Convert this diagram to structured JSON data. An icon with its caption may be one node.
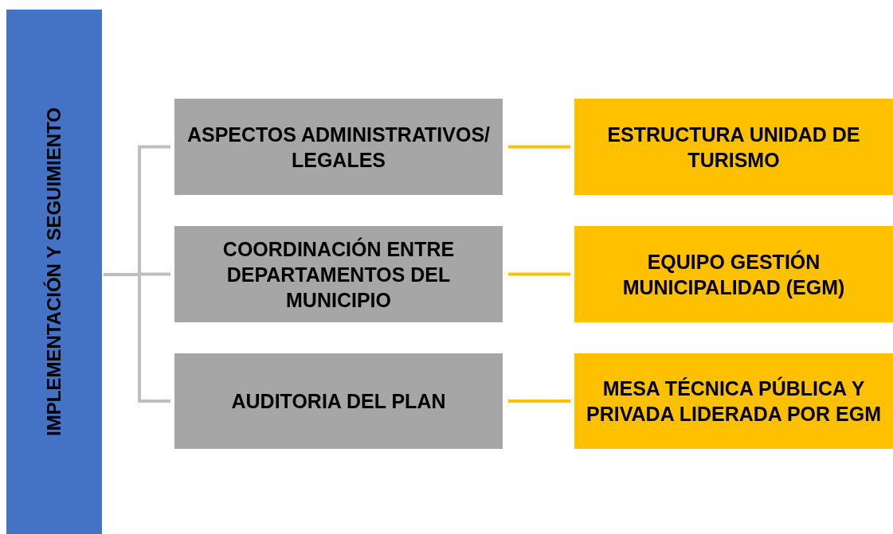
{
  "diagram": {
    "nodes": [
      {
        "text": [
          "IMPLEMENTACIÓN Y SEGUIMIENTO"
        ]
      },
      {
        "text": [
          "ASPECTOS ADMINISTRATIVOS/ LEGALES"
        ]
      },
      {
        "text": [
          "ESTRUCTURA UNIDAD DE TURISMO"
        ]
      },
      {
        "text": [
          "COORDINACIÓN ENTRE DEPARTAMENTOS DEL MUNICIPIO"
        ]
      },
      {
        "text": [
          "EQUIPO GESTIÓN MUNICIPALIDAD (EGM)"
        ]
      },
      {
        "text": [
          "AUDITORIA DEL PLAN"
        ]
      },
      {
        "text": [
          "MESA TÉCNICA PÚBLICA Y PRIVADA LIDERADA POR EGM"
        ]
      }
    ],
    "edges": [
      {
        "from": 0,
        "to": 1,
        "arrow": "none",
        "color": "#bfbfbf"
      },
      {
        "from": 0,
        "to": 3,
        "arrow": "none",
        "color": "#bfbfbf"
      },
      {
        "from": 0,
        "to": 5,
        "arrow": "none",
        "color": "#bfbfbf"
      },
      {
        "from": 1,
        "to": 2,
        "arrow": "none",
        "color": "#ffc000"
      },
      {
        "from": 3,
        "to": 4,
        "arrow": "none",
        "color": "#ffc000"
      },
      {
        "from": 5,
        "to": 6,
        "arrow": "none",
        "color": "#ffc000"
      }
    ]
  }
}
